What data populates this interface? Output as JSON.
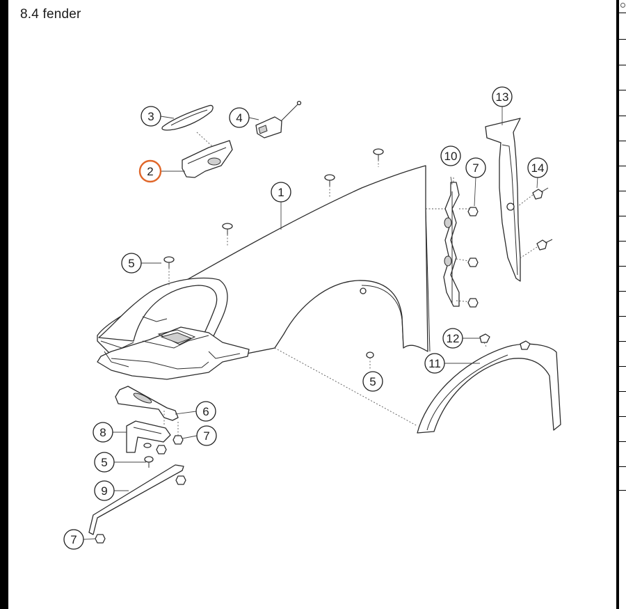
{
  "page": {
    "title": "8.4  fender",
    "highlight_color": "#e0672a"
  },
  "callouts": {
    "c1": "1",
    "c2": "2",
    "c3": "3",
    "c4": "4",
    "c5a": "5",
    "c5b": "5",
    "c5c": "5",
    "c6": "6",
    "c7a": "7",
    "c7b": "7",
    "c7c": "7",
    "c8": "8",
    "c9": "9",
    "c10": "10",
    "c11": "11",
    "c12": "12",
    "c13": "13",
    "c14": "14"
  },
  "selected_callout": "2"
}
